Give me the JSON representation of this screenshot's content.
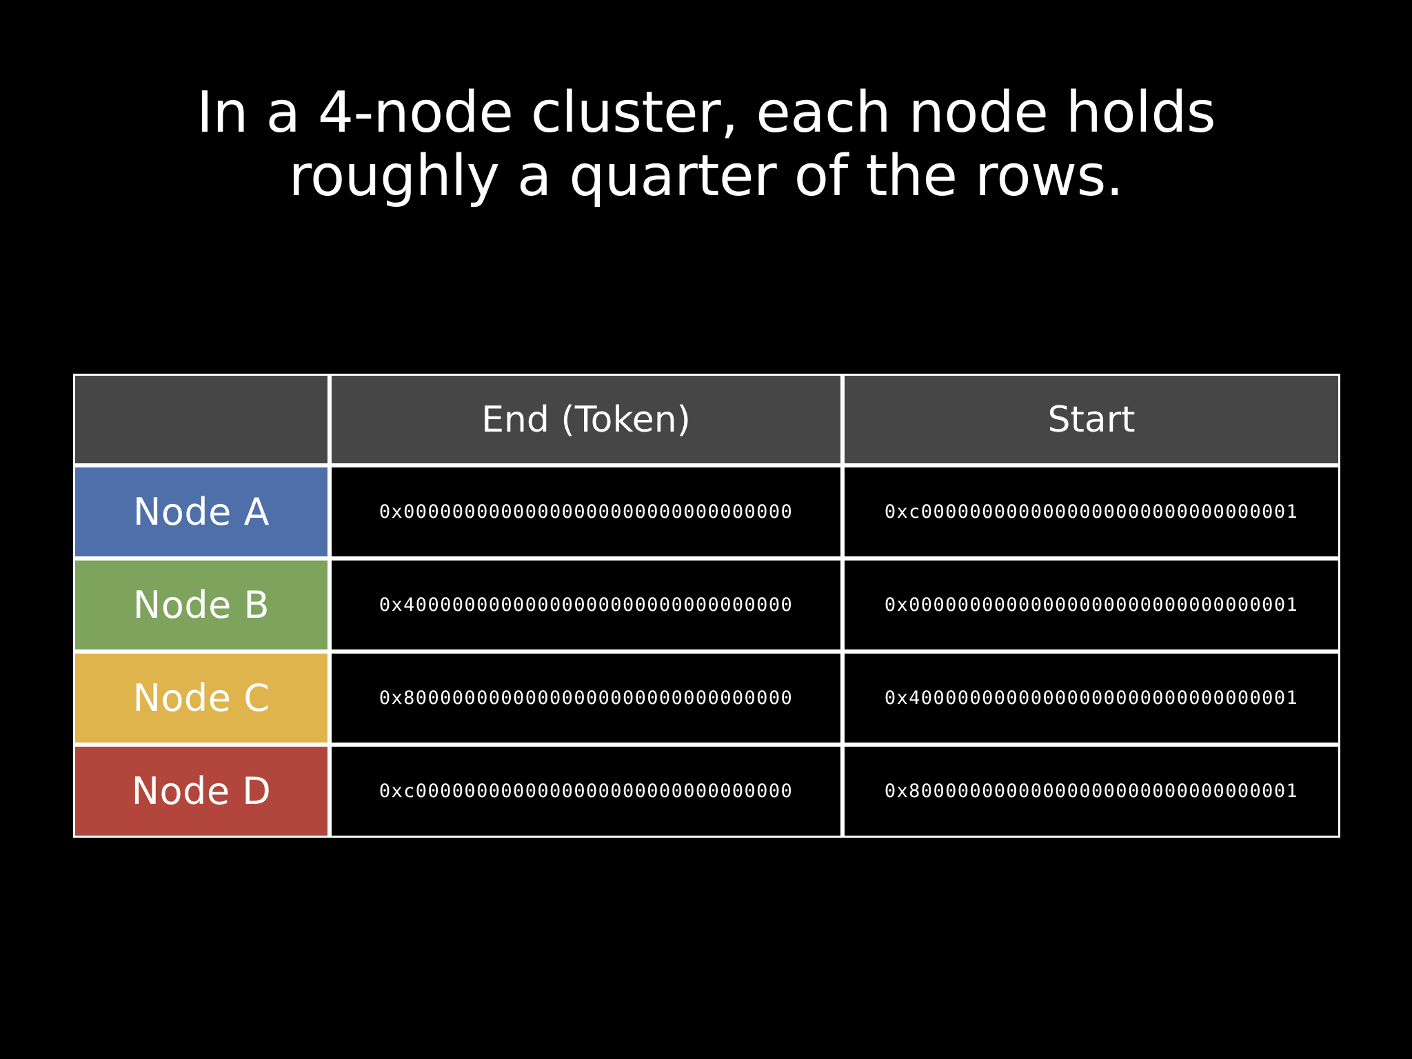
{
  "slide": {
    "background_color": "#000000",
    "title": "In a 4-node cluster, each node holds\nroughly a quarter of the rows."
  },
  "table": {
    "header_background": "#464646",
    "grid_color": "#ffffff",
    "columns": [
      {
        "key": "node",
        "label": ""
      },
      {
        "key": "end",
        "label": "End (Token)"
      },
      {
        "key": "start",
        "label": "Start"
      }
    ],
    "rows": [
      {
        "node": "Node A",
        "color": "#4f6fab",
        "end": "0x00000000000000000000000000000000",
        "start": "0xc0000000000000000000000000000001"
      },
      {
        "node": "Node B",
        "color": "#7da35c",
        "end": "0x40000000000000000000000000000000",
        "start": "0x00000000000000000000000000000001"
      },
      {
        "node": "Node C",
        "color": "#e0b44c",
        "end": "0x80000000000000000000000000000000",
        "start": "0x40000000000000000000000000000001"
      },
      {
        "node": "Node D",
        "color": "#b2463c",
        "end": "0xc0000000000000000000000000000000",
        "start": "0x80000000000000000000000000000001"
      }
    ]
  }
}
